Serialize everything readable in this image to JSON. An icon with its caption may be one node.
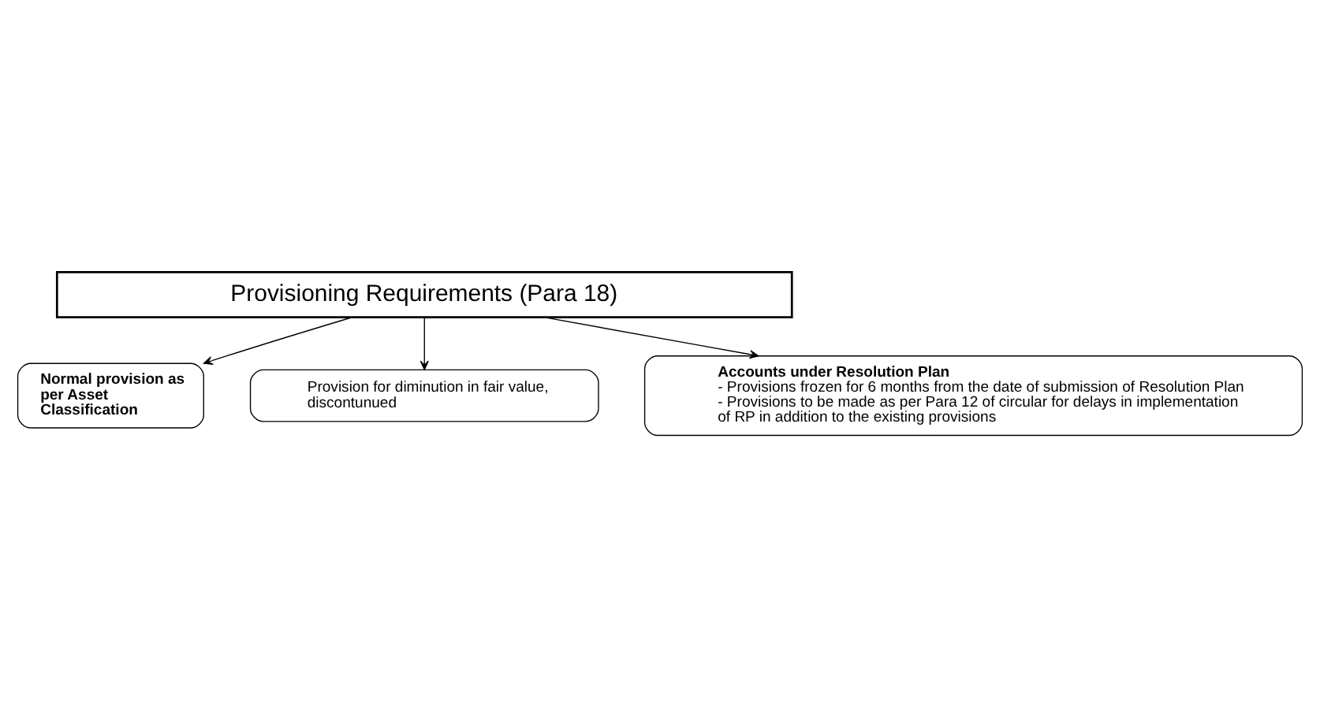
{
  "diagram": {
    "nodes": [
      {
        "text": [
          "Provisioning Requirements (Para 18)"
        ]
      },
      {
        "text": [
          "Normal provision as per Asset Classification"
        ]
      },
      {
        "text": [
          "Provision for diminution in fair value, discontunued"
        ]
      },
      {
        "text": [
          "Accounts under Resolution Plan",
          "- Provisions frozen for 6 months from the date of submission of Resolution Plan",
          "- Provisions to be made as per Para 12 of circular for delays in implementation of RP in addition to the existing provisions"
        ]
      }
    ],
    "edges": [
      {
        "from": 0,
        "to": 1,
        "arrow": "to"
      },
      {
        "from": 0,
        "to": 2,
        "arrow": "to"
      },
      {
        "from": 0,
        "to": 3,
        "arrow": "to"
      }
    ]
  }
}
